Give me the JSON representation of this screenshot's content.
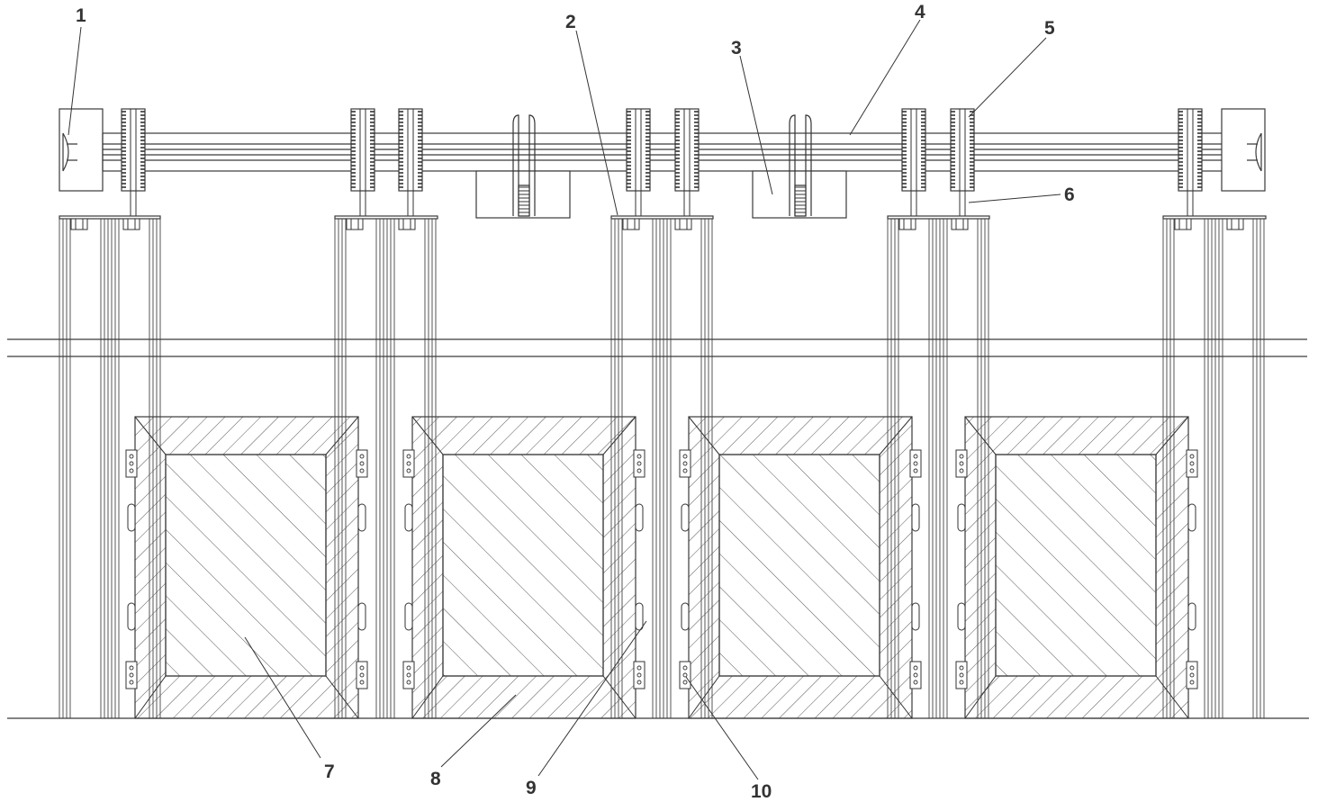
{
  "figure": {
    "labels": [
      {
        "id": "callout-1",
        "text": "1"
      },
      {
        "id": "callout-2",
        "text": "2"
      },
      {
        "id": "callout-3",
        "text": "3"
      },
      {
        "id": "callout-4",
        "text": "4"
      },
      {
        "id": "callout-5",
        "text": "5"
      },
      {
        "id": "callout-6",
        "text": "6"
      },
      {
        "id": "callout-7",
        "text": "7"
      },
      {
        "id": "callout-8",
        "text": "8"
      },
      {
        "id": "callout-9",
        "text": "9"
      },
      {
        "id": "callout-10",
        "text": "10"
      }
    ]
  },
  "colors": {
    "line": "#3a3a3a",
    "label": "#333333",
    "background": "#ffffff"
  }
}
